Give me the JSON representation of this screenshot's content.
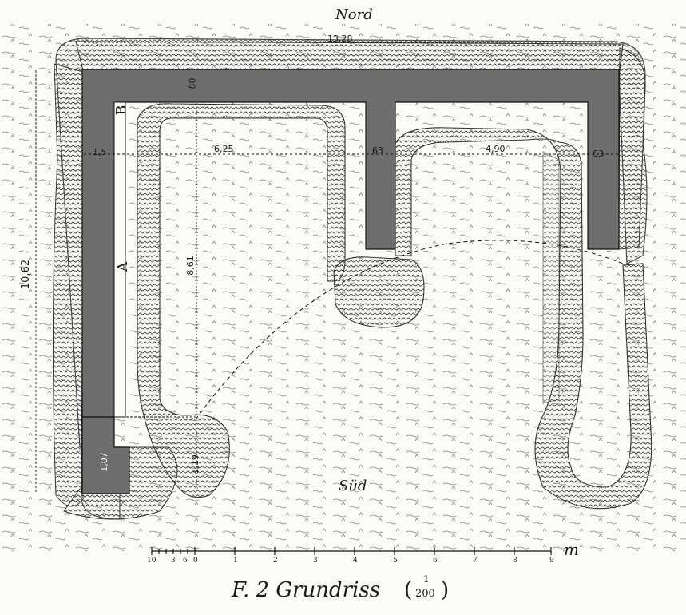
{
  "labels": {
    "north": "Nord",
    "south": "Süd",
    "room_a": "A",
    "room_b": "B",
    "caption_main": "F. 2 Grundriss",
    "caption_scale_num": "1",
    "caption_scale_den": "200",
    "caption_paren_open": "(",
    "caption_paren_close": ")"
  },
  "dimensions": {
    "overall_width": "13,28",
    "overall_height": "10,62",
    "west_wall": "1,5",
    "north_wall": "80",
    "west_room_width": "6,25",
    "middle_wall": "63",
    "east_room_width": "4,90",
    "east_wall": "63",
    "west_room_depth": "8,61",
    "south_stub_height": "1,19",
    "south_stub_width": "1,07"
  },
  "scale_bar": {
    "unit": "m",
    "ticks": [
      "10",
      "3",
      "6",
      "0",
      "1",
      "2",
      "3",
      "4",
      "5",
      "6",
      "7",
      "8",
      "9"
    ]
  },
  "colors": {
    "wall_fill": "#6e6e6e",
    "ink": "#1a1a1a",
    "paper": "#fbfbf9"
  }
}
